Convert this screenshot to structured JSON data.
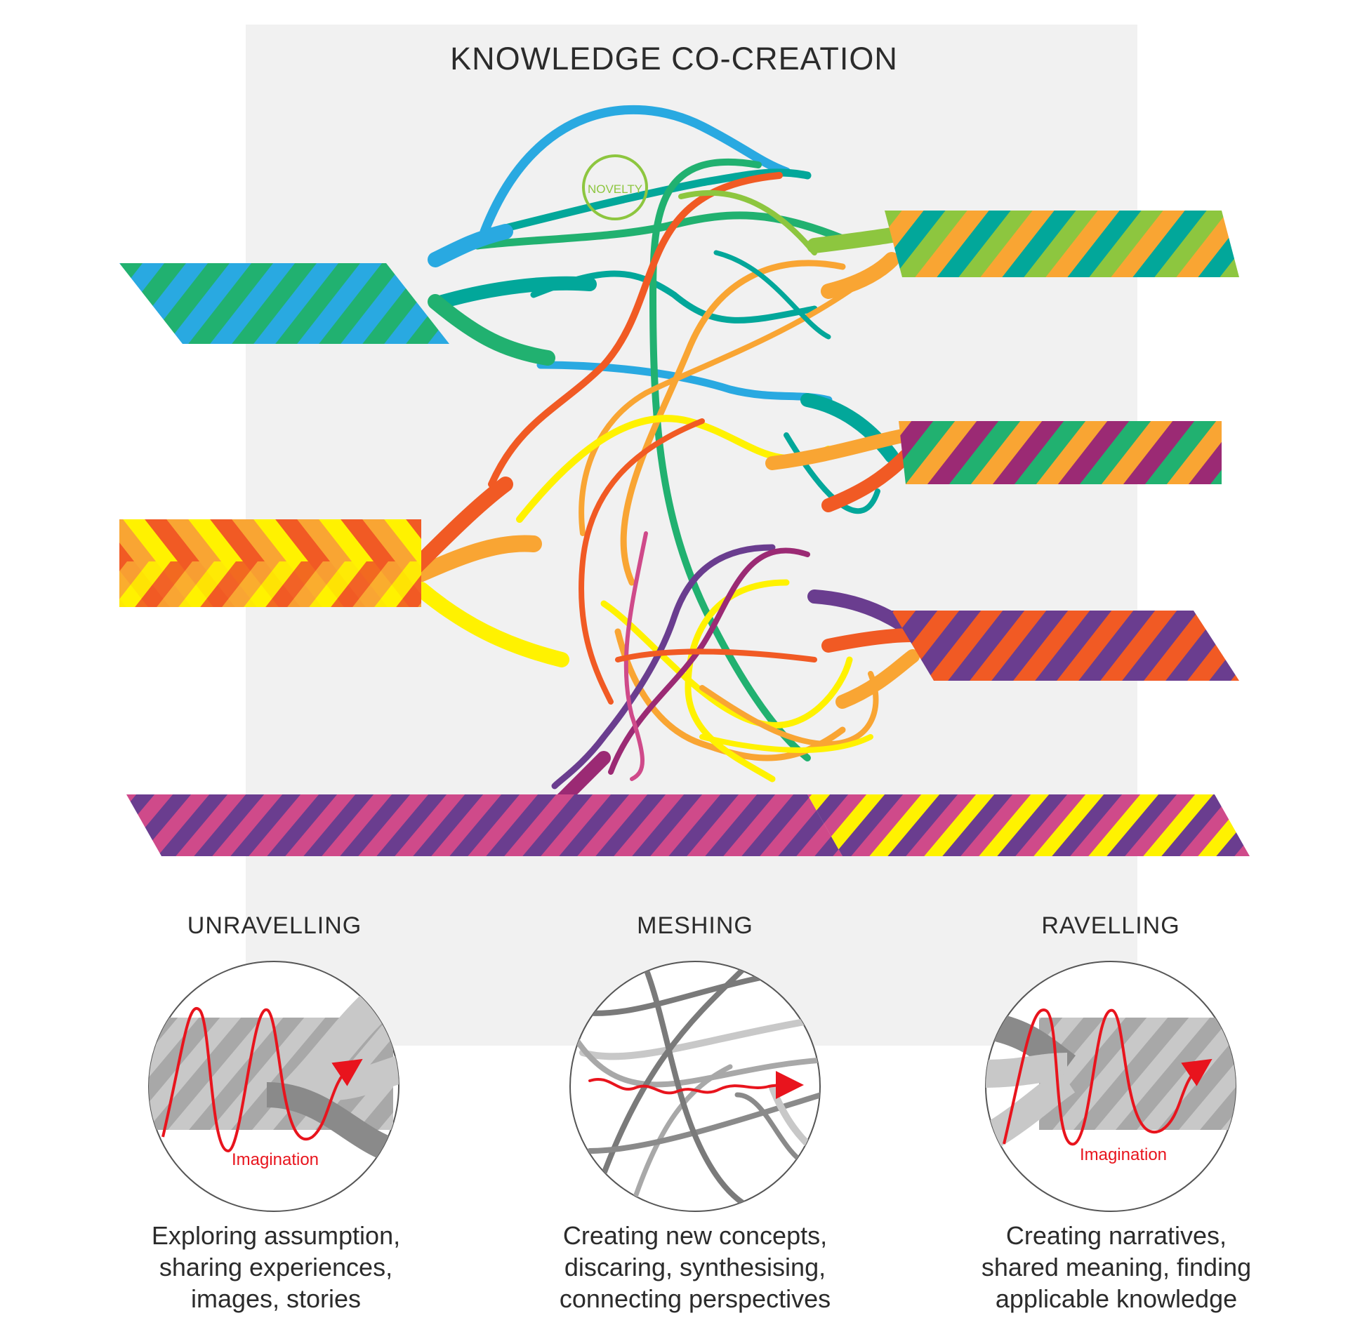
{
  "title": "KNOWLEDGE CO-CREATION",
  "novelty_label": "NOVELTY",
  "stages": [
    {
      "heading": "UNRAVELLING",
      "imagination_label": "Imagination",
      "description": [
        "Exploring assumption,",
        "sharing experiences,",
        "images, stories"
      ]
    },
    {
      "heading": "MESHING",
      "imagination_label": "",
      "description": [
        "Creating new concepts,",
        "discaring, synthesising,",
        "connecting perspectives"
      ]
    },
    {
      "heading": "RAVELLING",
      "imagination_label": "Imagination",
      "description": [
        "Creating narratives,",
        "shared meaning, finding",
        "applicable knowledge"
      ]
    }
  ],
  "colors": {
    "blue": "#29a9e1",
    "teal": "#02a79a",
    "green": "#21b170",
    "lime": "#8dc63f",
    "orange": "#f9a533",
    "red_orange": "#f15a24",
    "yellow": "#fff200",
    "purple": "#6a3d8f",
    "magenta": "#cf4a8a",
    "plum": "#9b2a74",
    "imagination_red": "#e8141d",
    "grey_light": "#c8c8c8",
    "grey_mid": "#a8a8a8",
    "grey_dark": "#7a7a7a"
  }
}
